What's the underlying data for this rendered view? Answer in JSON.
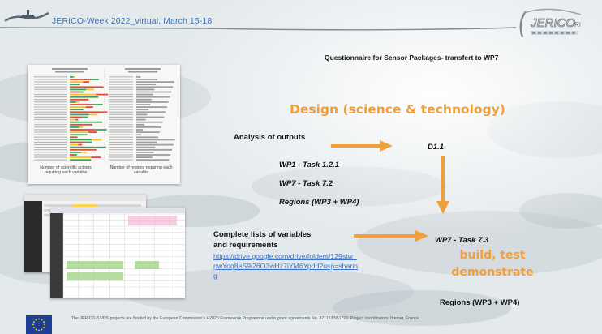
{
  "header": {
    "title": "JERICO-Week 2022_virtual, March 15-18",
    "logo_text": "JERICO",
    "logo_subtitle": "RI"
  },
  "slide": {
    "subtitle": "Questionnaire for Sensor Packages- transfert to WP7",
    "design_heading": "Design (science & technology)",
    "analysis_label": "Analysis of outputs",
    "d11_label": "D1.1",
    "wp1_task": "WP1 - Task 1.2.1",
    "wp7_task_a": "WP7 - Task 7.2",
    "regions_a": "Regions (WP3 + WP4)",
    "complete_lists_line1": "Complete lists of variables",
    "complete_lists_line2": "and requirements",
    "link": "https://drive.google.com/drive/folders/129stw_pwYoq8eS9i26O3wHz7iYM6Ypdd?usp=sharing",
    "wp7_task_b": "WP7 - Task 7.3",
    "build_line1": "build, test",
    "build_line2": "demonstrate",
    "regions_b": "Regions (WP3 + WP4)"
  },
  "thumbnail": {
    "caption_left": "Number of scientific actions requiring each variable",
    "caption_right": "Number of regions requiring each variable"
  },
  "footer": {
    "text": "The JERICO-S3/DS projects are funded by the European Commission's H2020 Framework Programme under grant agreements No. 871153/951799. Project coordinators: Ifremer, France."
  },
  "colors": {
    "accent_orange": "#f0a03a",
    "header_blue": "#3d6fb0",
    "link_blue": "#3b71c8",
    "eu_blue": "#1d3f94",
    "eu_star": "#ffdd00"
  }
}
